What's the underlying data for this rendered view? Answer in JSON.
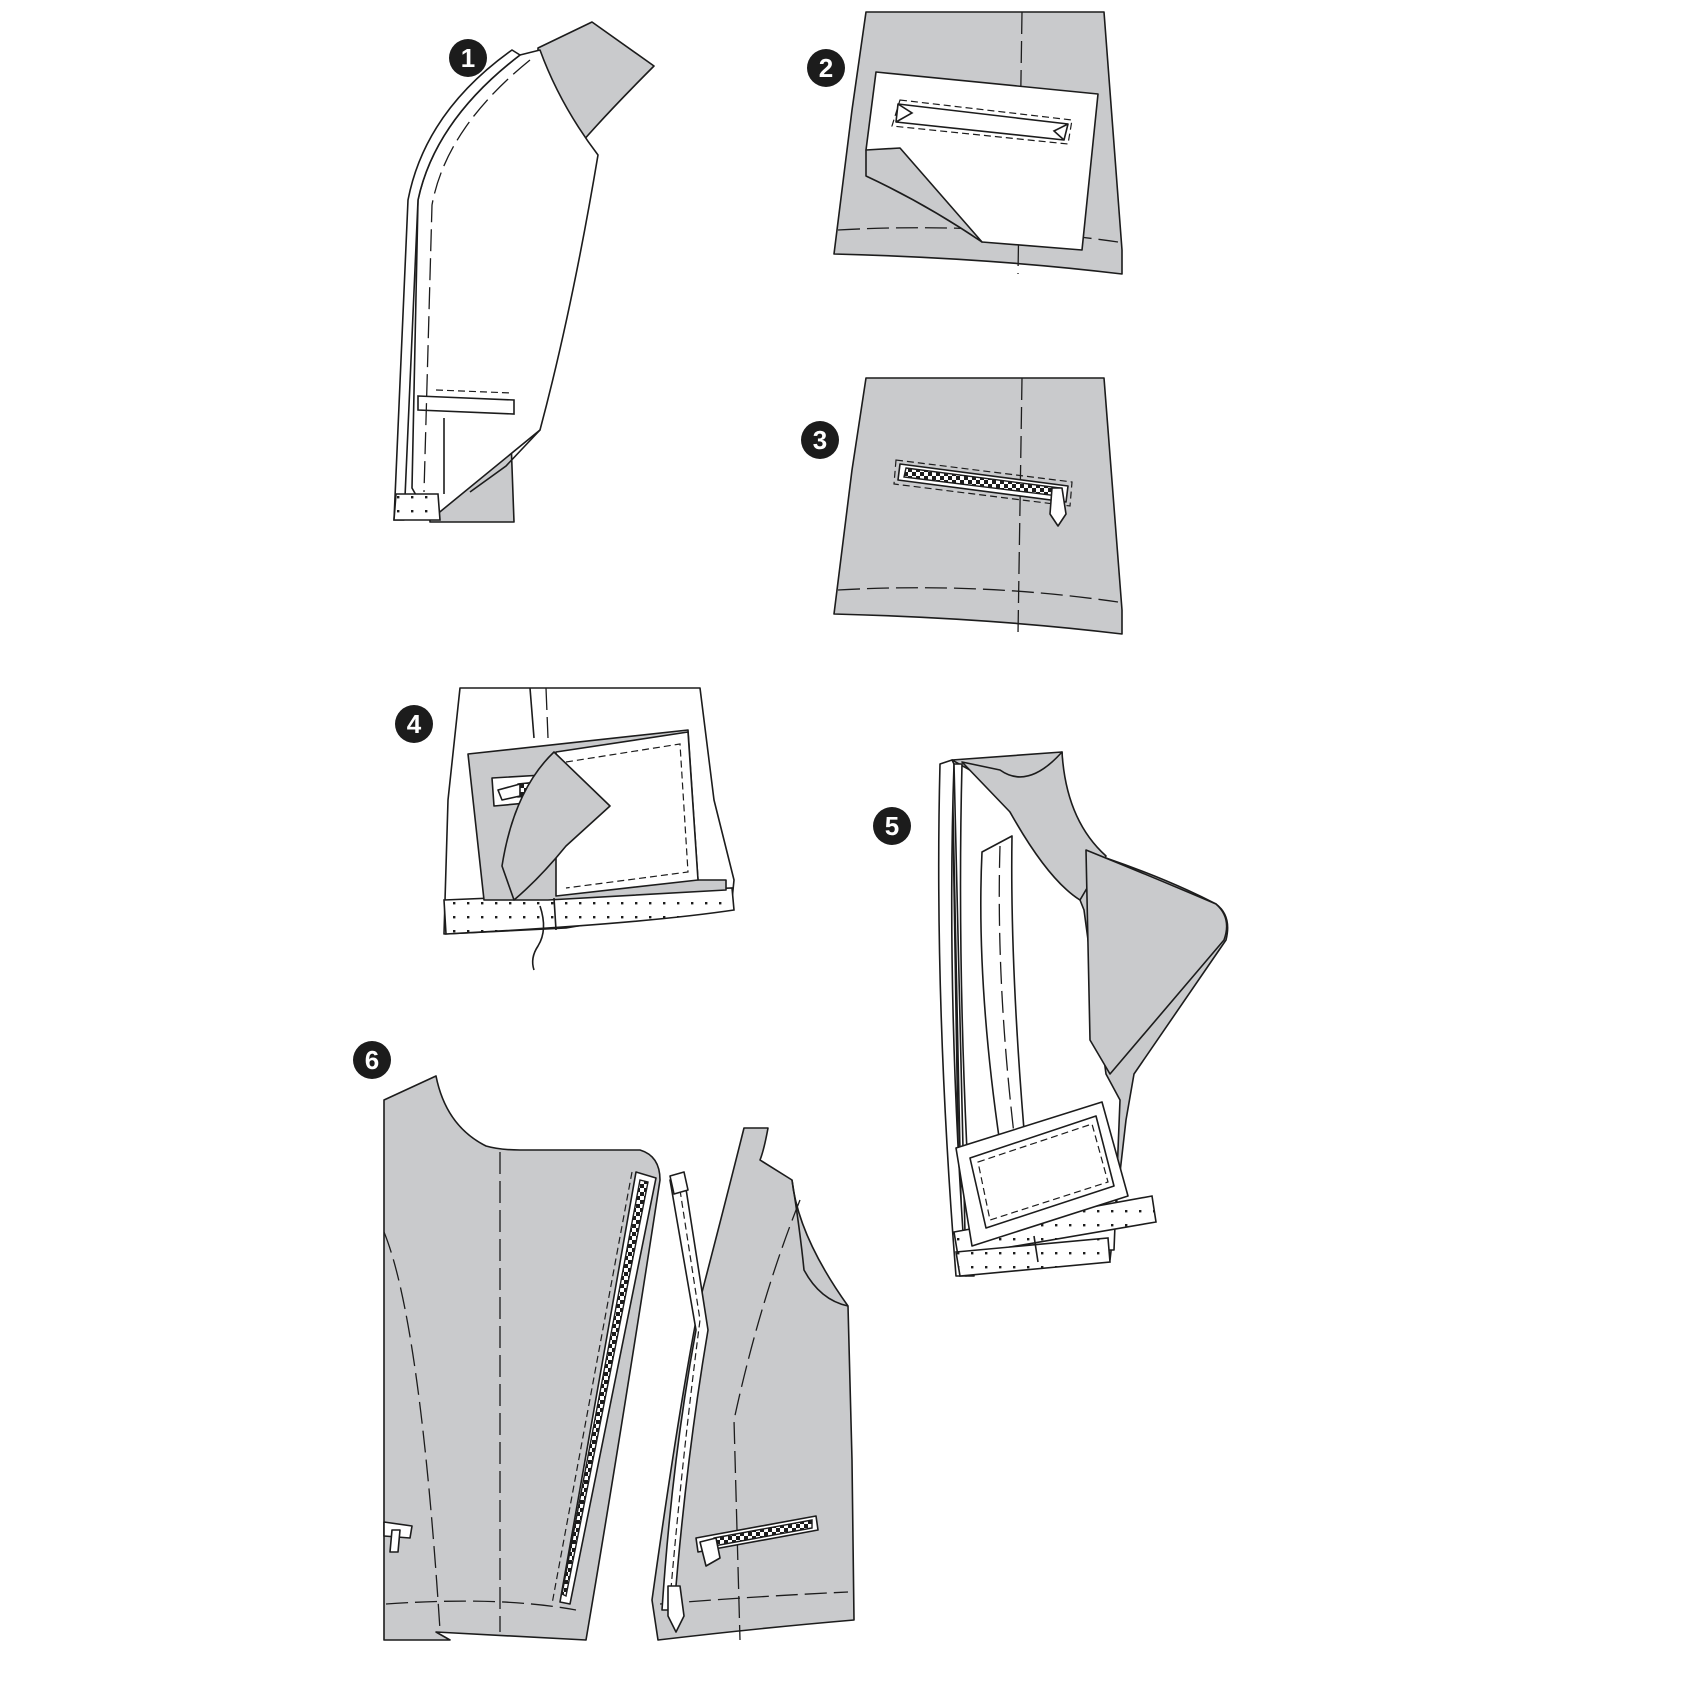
{
  "steps": [
    {
      "number": "1"
    },
    {
      "number": "2"
    },
    {
      "number": "3"
    },
    {
      "number": "4"
    },
    {
      "number": "5"
    },
    {
      "number": "6"
    }
  ],
  "colors": {
    "fabric_right_side": "#c9cacc",
    "fabric_wrong_side": "#ffffff",
    "outline": "#1c1c1c"
  }
}
